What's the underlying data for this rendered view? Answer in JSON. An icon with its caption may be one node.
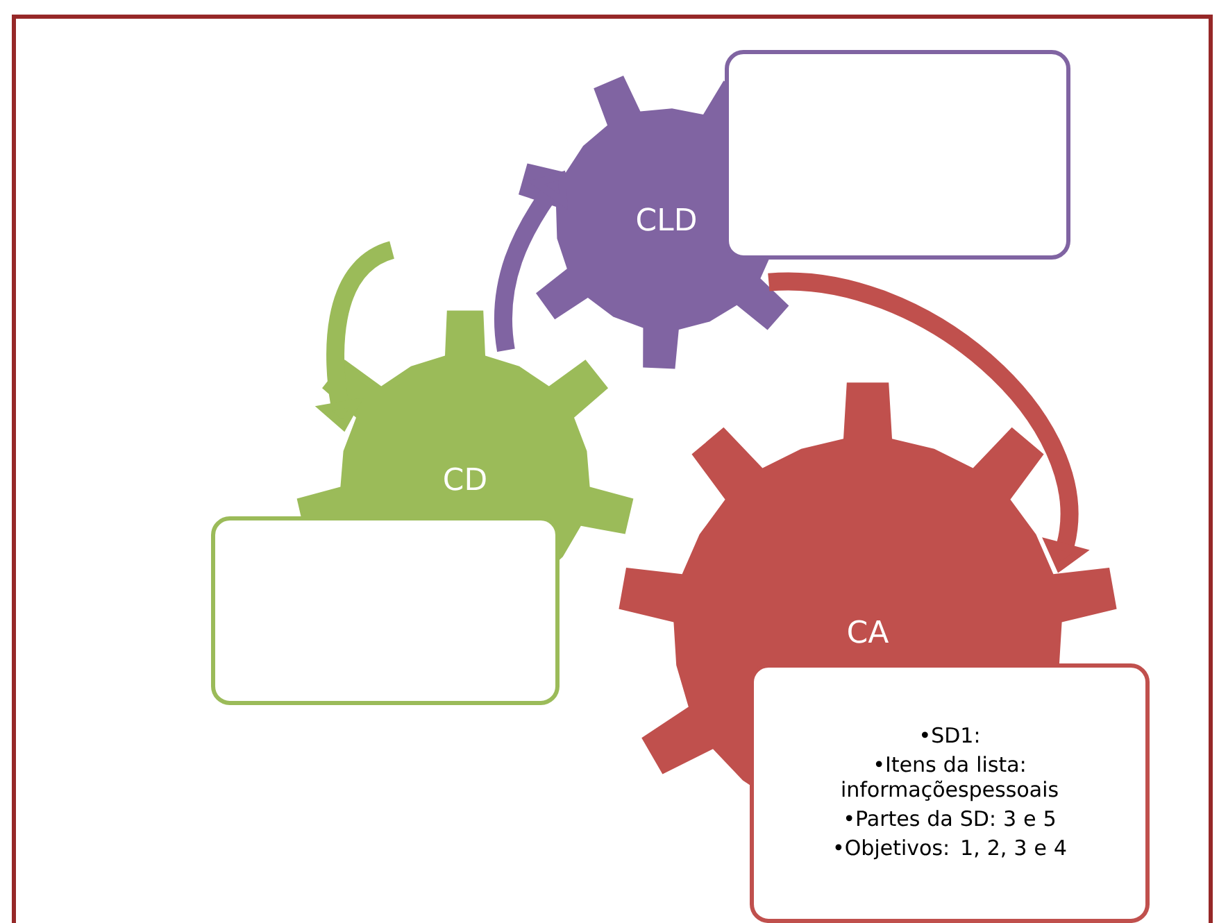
{
  "diagram": {
    "nodes": [
      {
        "text": [
          "CLD"
        ]
      },
      {
        "text": [
          "CD"
        ]
      },
      {
        "text": [
          "CA"
        ]
      },
      {
        "text": [],
        "shape": "box"
      },
      {
        "text": [],
        "shape": "box"
      },
      {
        "text": [
          "•SD1:",
          "•Itens da lista: informaçõespessoais",
          "•Partes da SD: 3 e 5",
          "•Objetivos: 1, 2, 3 e 4"
        ]
      }
    ],
    "edges": [
      {
        "from": 1,
        "to": 0,
        "arrow": "to",
        "color": "#8064a2"
      },
      {
        "from": null,
        "to": 1,
        "arrow": "to",
        "color": "#9bbb59"
      },
      {
        "from": 0,
        "to": 2,
        "arrow": "to",
        "color": "#c0504d"
      }
    ]
  }
}
